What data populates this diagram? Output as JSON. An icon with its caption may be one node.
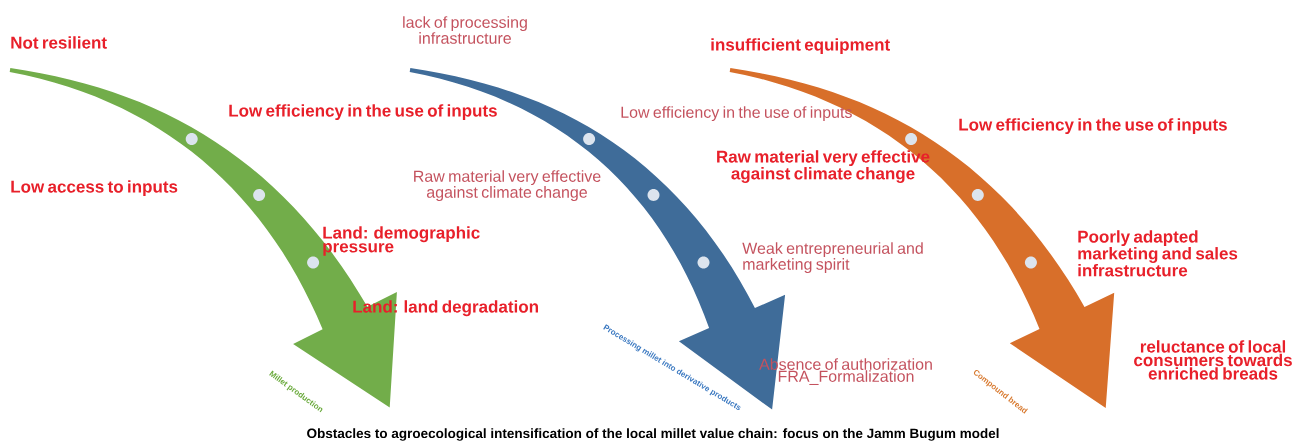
{
  "diagram": {
    "caption": "Obstacles to agroecological intensification of the local millet value chain: focus on the Jamm Bugum model",
    "labels": [
      "Not resilient",
      "lack of processing infrastructure",
      "insufficient equipment",
      "Low efficiency in the use of inputs",
      "Low efficiency in the use of inputs",
      "Low efficiency in the use of inputs",
      "Raw material very effective against climate change",
      "Low access to inputs",
      "Raw material very effective against climate change",
      "Land: demographic pressure",
      "Weak entrepreneurial and marketing spirit",
      "Poorly adapted marketing and sales infrastructure",
      "Land: land degradation",
      "Processing millet into derivative products",
      "reluctance of local consumers towards enriched breads",
      "Absence of authorization FRA_Formalization",
      "Millet production",
      "Compound bread"
    ]
  }
}
